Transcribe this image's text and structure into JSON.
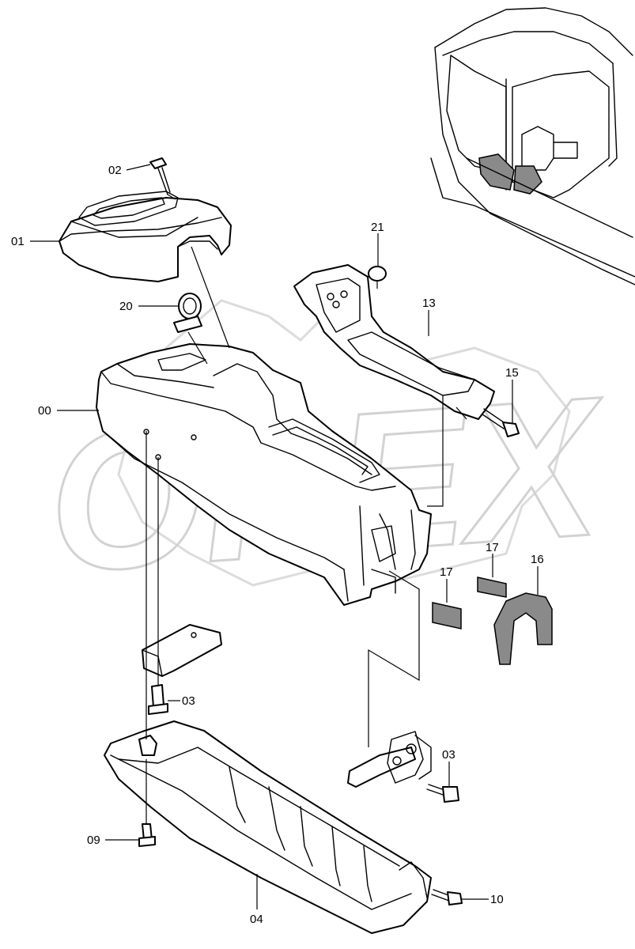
{
  "watermark": {
    "text": "OPEX"
  },
  "callouts": [
    {
      "id": "01",
      "label": "01"
    },
    {
      "id": "02",
      "label": "02"
    },
    {
      "id": "20",
      "label": "20"
    },
    {
      "id": "00",
      "label": "00"
    },
    {
      "id": "21",
      "label": "21"
    },
    {
      "id": "13",
      "label": "13"
    },
    {
      "id": "15",
      "label": "15"
    },
    {
      "id": "17a",
      "label": "17"
    },
    {
      "id": "17b",
      "label": "17"
    },
    {
      "id": "16",
      "label": "16"
    },
    {
      "id": "03a",
      "label": "03"
    },
    {
      "id": "03b",
      "label": "03"
    },
    {
      "id": "09",
      "label": "09"
    },
    {
      "id": "04",
      "label": "04"
    },
    {
      "id": "10",
      "label": "10"
    }
  ]
}
